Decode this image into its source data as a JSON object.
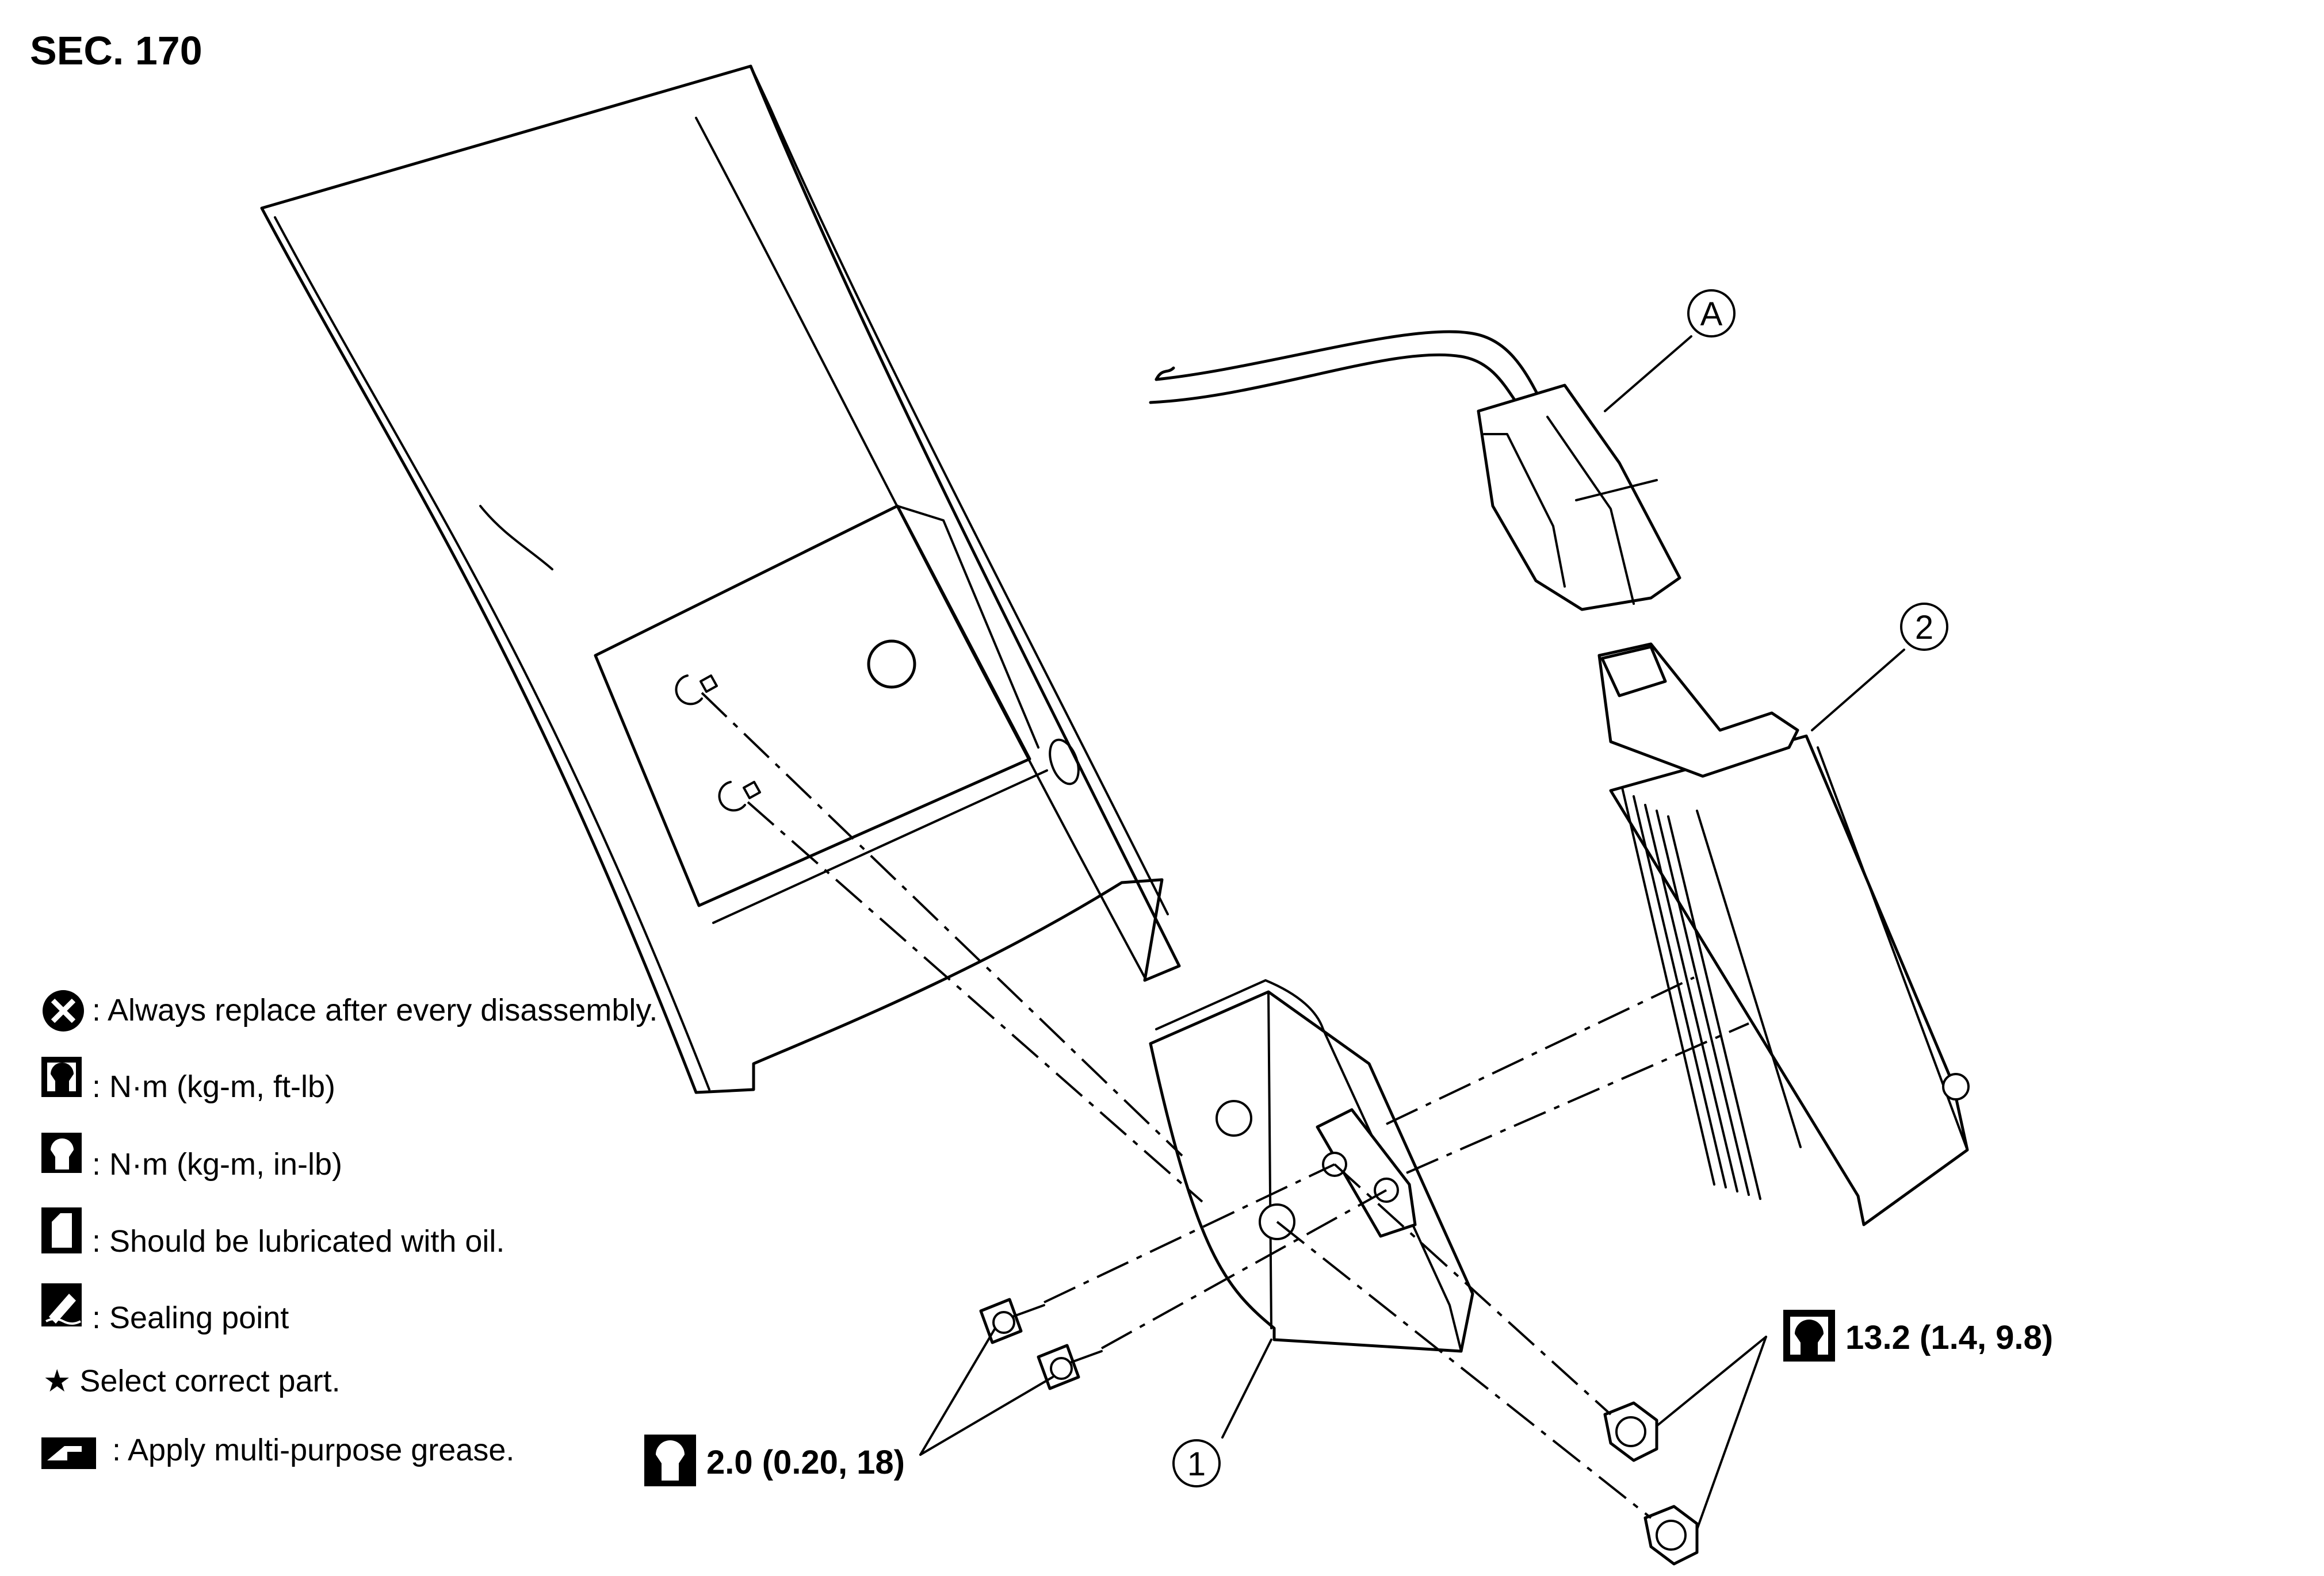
{
  "section_label": "SEC. 170",
  "legend": [
    {
      "icon": "x-circle-icon",
      "text": ": Always replace after every disassembly."
    },
    {
      "icon": "torque-wrench-icon",
      "text": ": N·m (kg-m, ft-lb)"
    },
    {
      "icon": "torque-wrench-filled-icon",
      "text": ": N·m (kg-m, in-lb)"
    },
    {
      "icon": "oil-can-icon",
      "text": ": Should be lubricated with oil."
    },
    {
      "icon": "sealing-point-icon",
      "text": ": Sealing point"
    },
    {
      "icon": "star-icon",
      "text": "★ Select correct part."
    },
    {
      "icon": "grease-icon",
      "text": ": Apply multi-purpose grease."
    }
  ],
  "callouts": {
    "part_1": "1",
    "part_2": "2",
    "connector_a": "A"
  },
  "torque": {
    "screws": "2.0 (0.20, 18)",
    "nuts": "13.2 (1.4, 9.8)"
  }
}
